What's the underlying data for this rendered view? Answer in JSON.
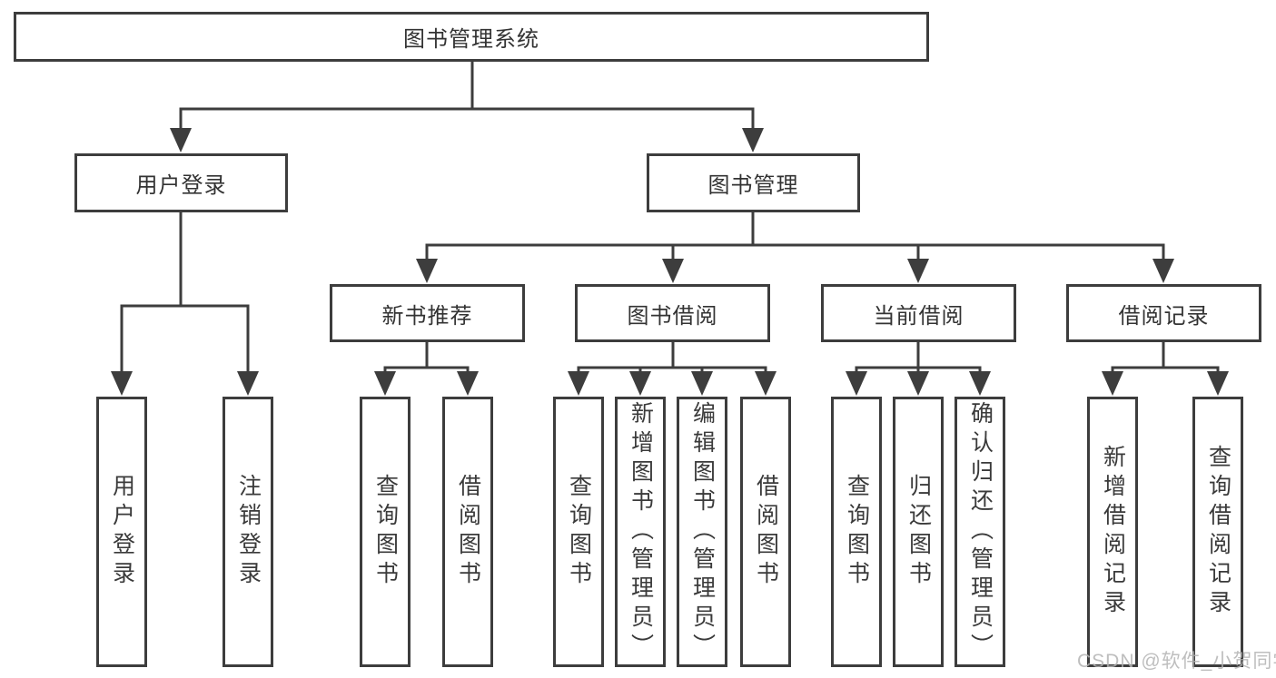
{
  "tree": {
    "root": "图书管理系统",
    "branches": [
      {
        "label": "用户登录",
        "leaves": [
          "用户登录",
          "注销登录"
        ]
      },
      {
        "label": "图书管理",
        "children": [
          {
            "label": "新书推荐",
            "leaves": [
              "查询图书",
              "借阅图书"
            ]
          },
          {
            "label": "图书借阅",
            "leaves": [
              "查询图书",
              "新增图书（管理员）",
              "编辑图书（管理员）",
              "借阅图书"
            ]
          },
          {
            "label": "当前借阅",
            "leaves": [
              "查询图书",
              "归还图书",
              "确认归还（管理员）"
            ]
          },
          {
            "label": "借阅记录",
            "leaves": [
              "新增借阅记录",
              "查询借阅记录"
            ]
          }
        ]
      }
    ]
  },
  "watermark": "CSDN @软件_小贺同学",
  "colors": {
    "line": "#3d3d3d",
    "text": "#333333",
    "watermark": "#b3b3b3",
    "background": "#ffffff"
  }
}
